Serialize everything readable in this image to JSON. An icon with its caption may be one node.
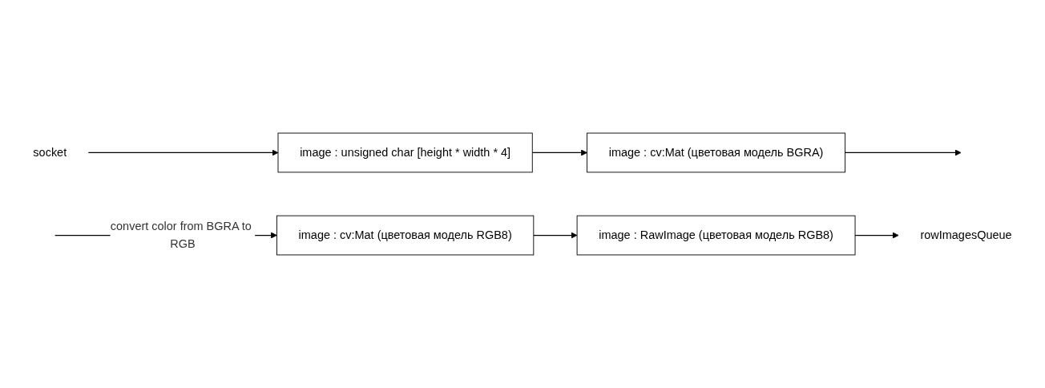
{
  "diagram": {
    "nodes": [
      {
        "text": [
          "socket"
        ]
      },
      {
        "text": [
          "image : unsigned char [height * width * 4]"
        ]
      },
      {
        "text": [
          "image : cv:Mat (цветовая модель BGRA)"
        ]
      },
      {
        "text": [
          "image : cv:Mat (цветовая модель RGB8)"
        ]
      },
      {
        "text": [
          "image : RawImage (цветовая модель RGB8)"
        ]
      },
      {
        "text": [
          "rowImagesQueue"
        ]
      }
    ],
    "edges": [
      {
        "from": 0,
        "to": 1,
        "arrow": "to"
      },
      {
        "from": 1,
        "to": 2,
        "arrow": "to"
      },
      {
        "from": 2,
        "to": null,
        "arrow": "to"
      },
      {
        "from": null,
        "to": 3,
        "arrow": "to",
        "label": "convert color from BGRA to RGB"
      },
      {
        "from": 3,
        "to": 4,
        "arrow": "to"
      },
      {
        "from": 4,
        "to": 5,
        "arrow": "to"
      }
    ]
  }
}
